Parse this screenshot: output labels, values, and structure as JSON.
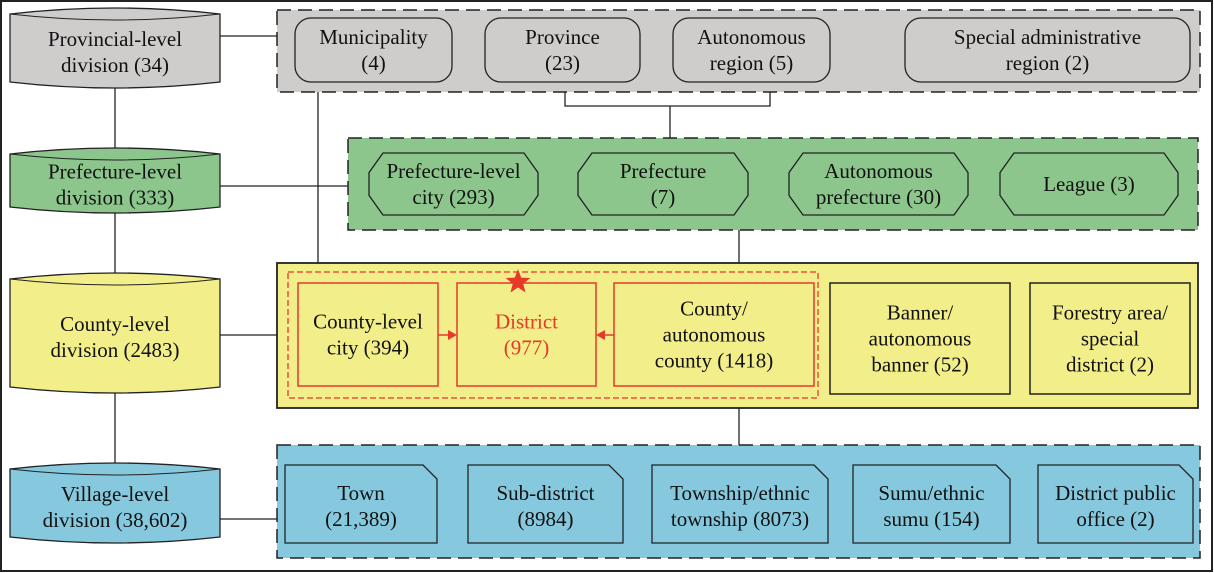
{
  "colors": {
    "gray": "#cfcccc",
    "green": "#8dc68d",
    "yellow": "#f2ee8a",
    "blue": "#86c9de",
    "red": "#e8382a"
  },
  "levels": [
    {
      "lines": [
        "Provincial-level",
        "division (34)"
      ]
    },
    {
      "lines": [
        "Prefecture-level",
        "division (333)"
      ]
    },
    {
      "lines": [
        "County-level",
        "division (2483)"
      ]
    },
    {
      "lines": [
        "Village-level",
        "division (38,602)"
      ]
    }
  ],
  "provincial_items": [
    {
      "lines": [
        "Municipality",
        "(4)"
      ]
    },
    {
      "lines": [
        "Province",
        "(23)"
      ]
    },
    {
      "lines": [
        "Autonomous",
        "region (5)"
      ]
    },
    {
      "lines": [
        "Special administrative",
        "region (2)"
      ]
    }
  ],
  "prefecture_items": [
    {
      "lines": [
        "Prefecture-level",
        "city (293)"
      ]
    },
    {
      "lines": [
        "Prefecture",
        "(7)"
      ]
    },
    {
      "lines": [
        "Autonomous",
        "prefecture (30)"
      ]
    },
    {
      "lines": [
        "League (3)"
      ]
    }
  ],
  "county_items": [
    {
      "lines": [
        "County-level",
        "city (394)"
      ]
    },
    {
      "lines": [
        "District",
        "(977)"
      ]
    },
    {
      "lines": [
        "County/",
        "autonomous",
        "county (1418)"
      ]
    },
    {
      "lines": [
        "Banner/",
        "autonomous",
        "banner (52)"
      ]
    },
    {
      "lines": [
        "Forestry area/",
        "special",
        "district (2)"
      ]
    }
  ],
  "village_items": [
    {
      "lines": [
        "Town",
        "(21,389)"
      ]
    },
    {
      "lines": [
        "Sub-district",
        "(8984)"
      ]
    },
    {
      "lines": [
        "Township/ethnic",
        "township (8073)"
      ]
    },
    {
      "lines": [
        "Sumu/ethnic",
        "sumu (154)"
      ]
    },
    {
      "lines": [
        "District public",
        "office (2)"
      ]
    }
  ]
}
